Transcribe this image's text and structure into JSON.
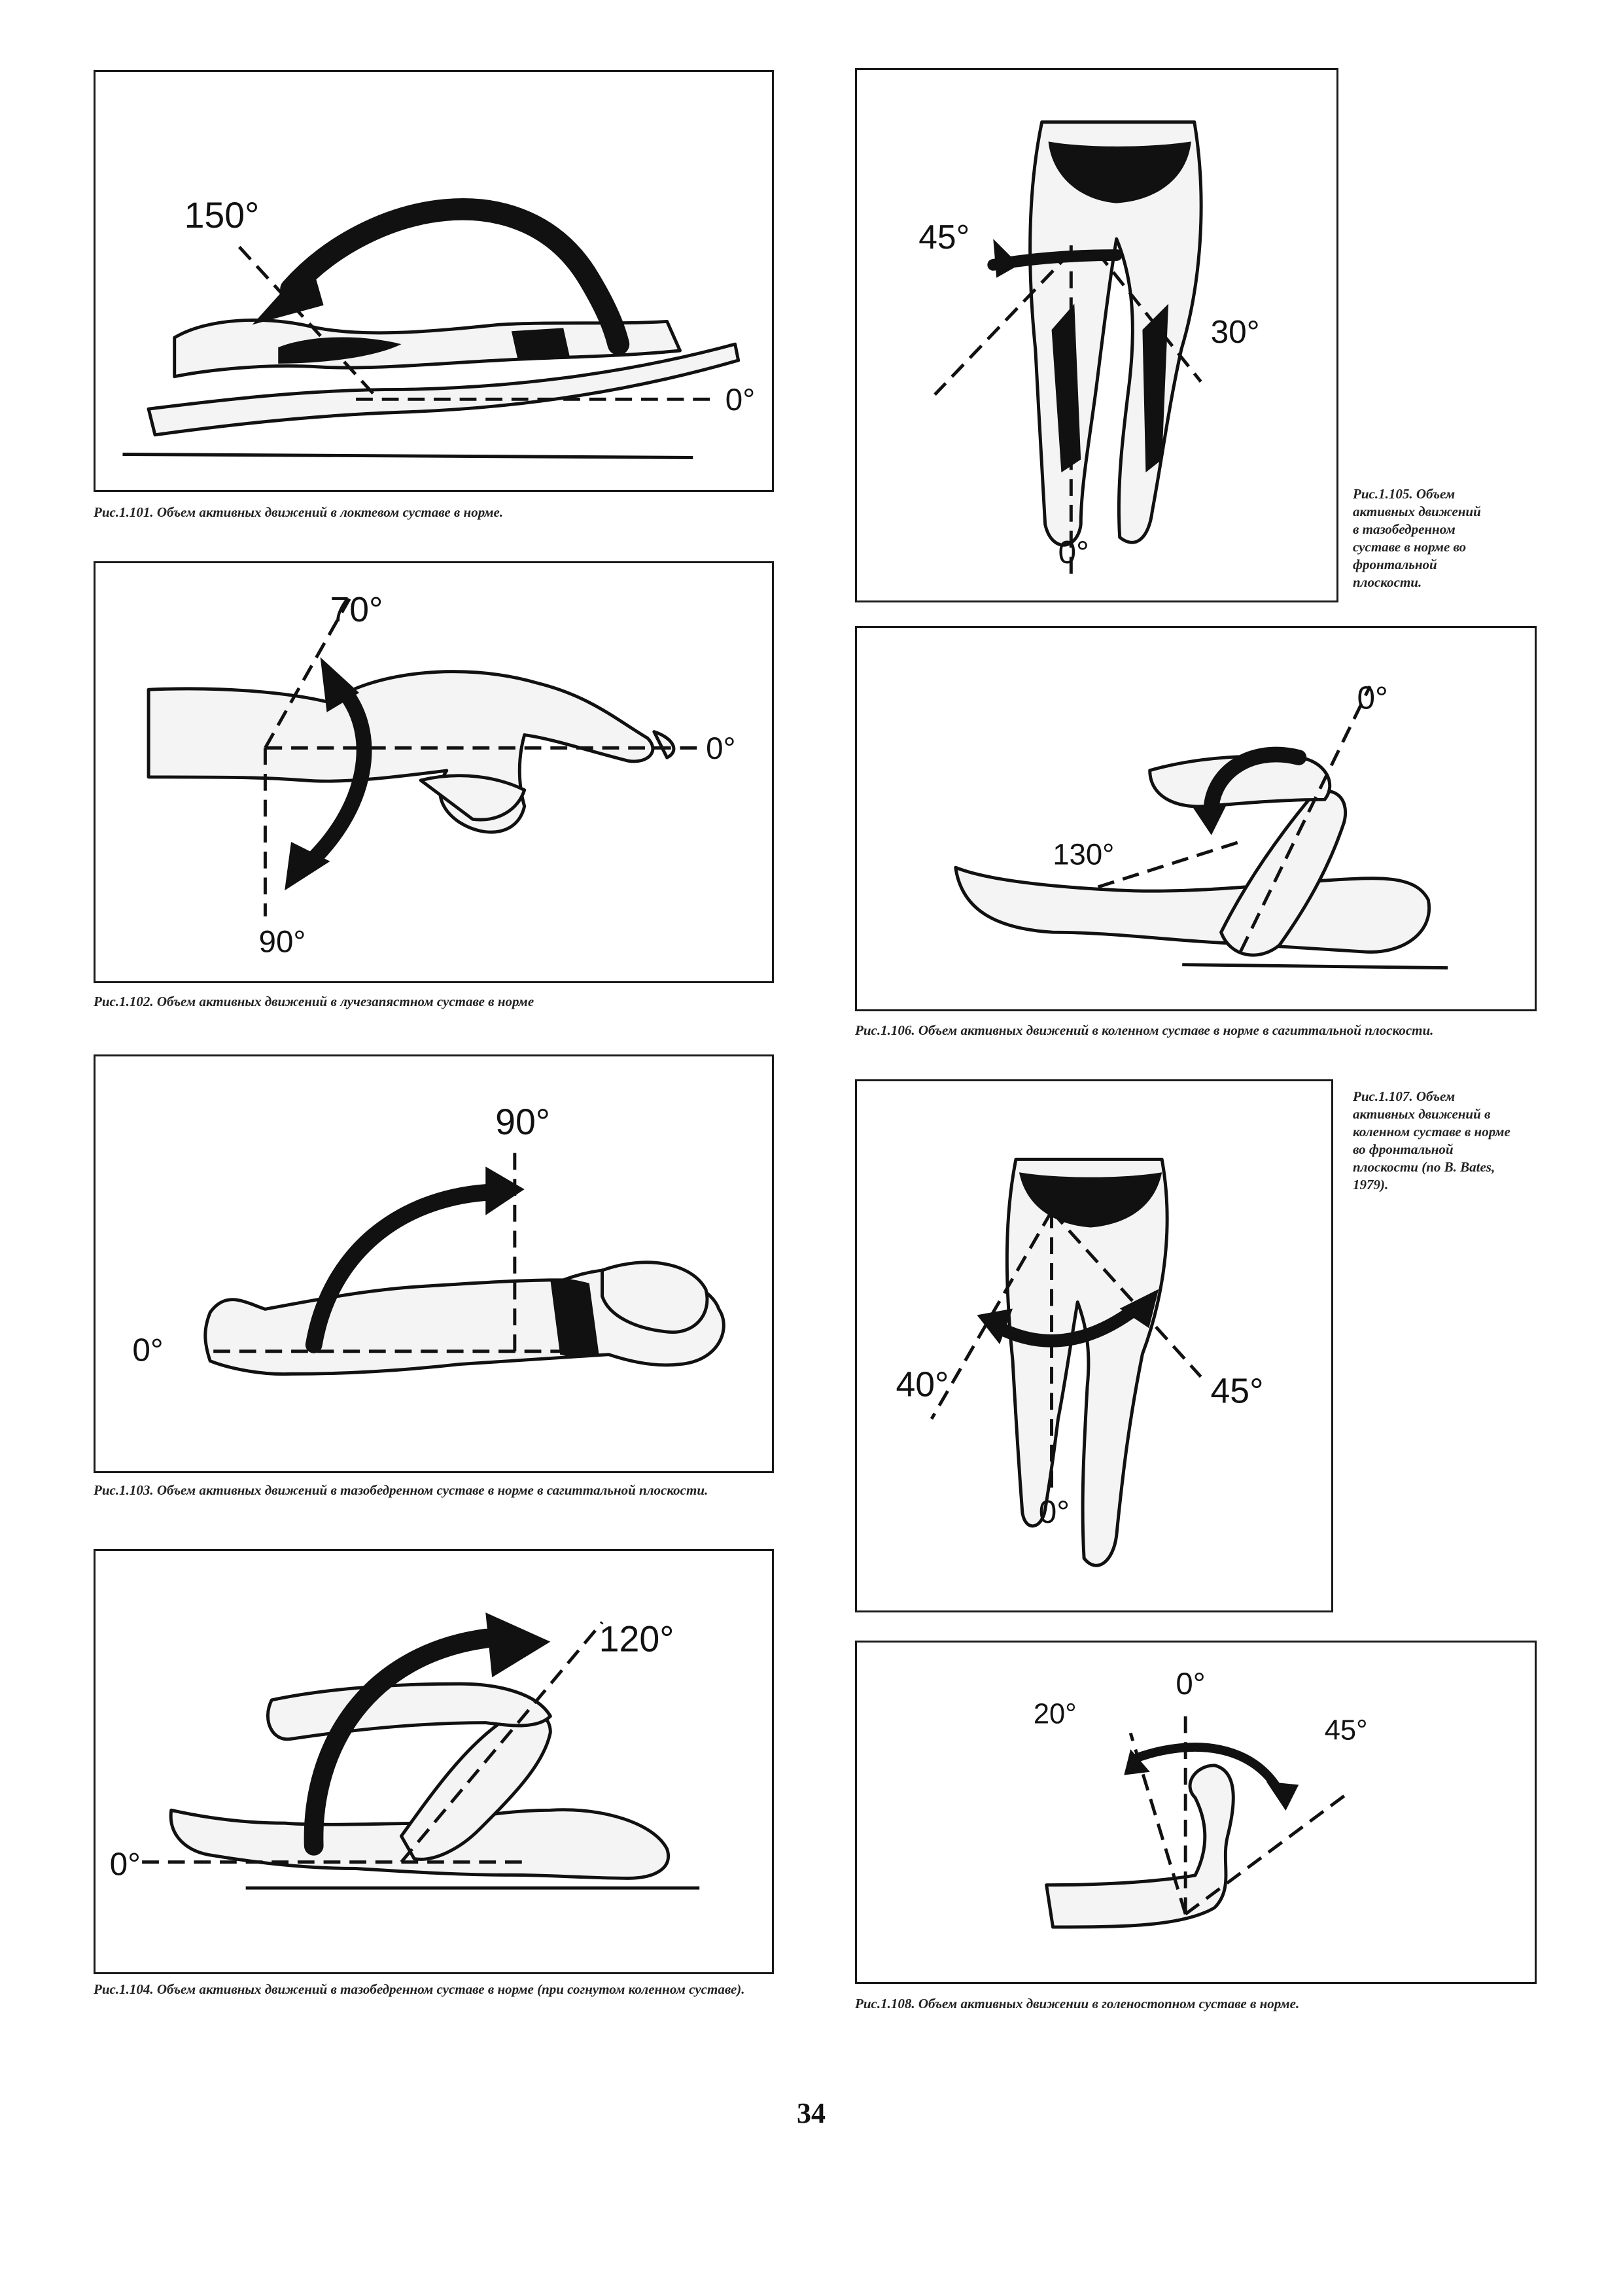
{
  "figures": [
    {
      "id": "101",
      "angles": [
        "150°",
        "0°"
      ],
      "caption": "Рис.1.101. Объем активных движений в локтевом суставе в норме."
    },
    {
      "id": "102",
      "angles": [
        "70°",
        "0°",
        "90°"
      ],
      "caption": "Рис.1.102. Объем активных движений в лучезапястном суставе в норме"
    },
    {
      "id": "103",
      "angles": [
        "90°",
        "0°"
      ],
      "caption": "Рис.1.103. Объем активных движений в тазобедренном суставе в норме в сагиттальной плоскости."
    },
    {
      "id": "104",
      "angles": [
        "120°",
        "0°"
      ],
      "caption": "Рис.1.104. Объем активных движений в тазобедренном суставе в норме (при согнутом коленном суставе)."
    },
    {
      "id": "105",
      "angles": [
        "45°",
        "30°",
        "0°"
      ],
      "caption": "Рис.1.105. Объем активных движений в тазобедренном суставе в норме во фронтальной плоскости."
    },
    {
      "id": "106",
      "angles": [
        "0°",
        "130°"
      ],
      "caption": "Рис.1.106. Объем активных движений в коленном суставе в норме в сагиттальной плоскости."
    },
    {
      "id": "107",
      "angles": [
        "40°",
        "45°",
        "0°"
      ],
      "caption": "Рис.1.107. Объем активных движений в коленном суставе в норме во фронтальной плоскости (по B. Bates, 1979)."
    },
    {
      "id": "108",
      "angles": [
        "0°",
        "20°",
        "45°"
      ],
      "caption": "Рис.1.108. Объем активных движении в голеностопном суставе в норме."
    }
  ],
  "page_number": "34"
}
